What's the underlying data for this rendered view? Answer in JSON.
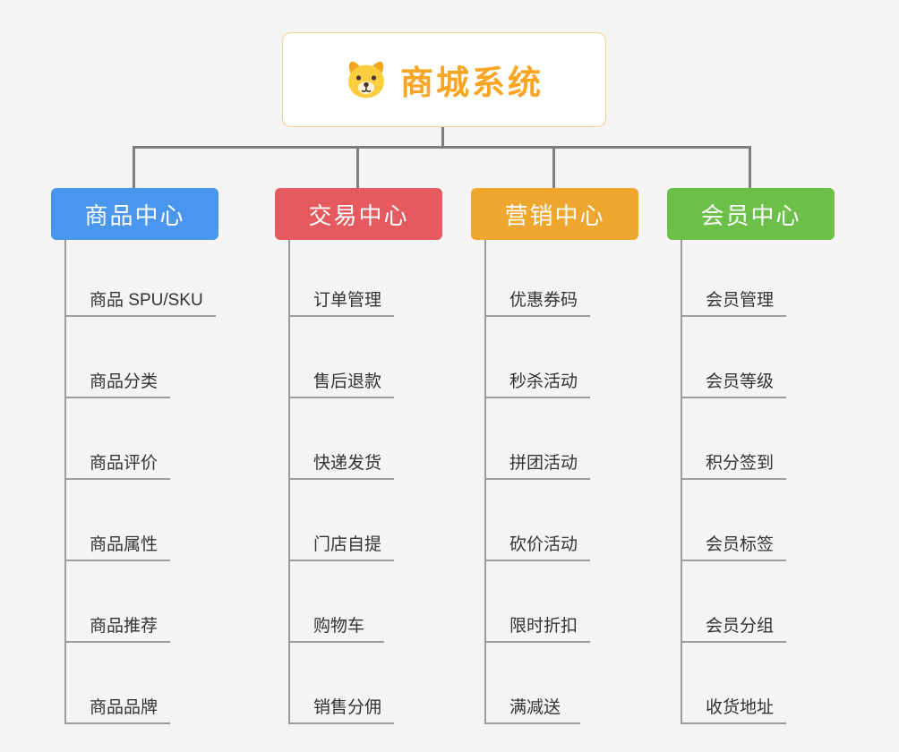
{
  "root": {
    "title": "商城系统",
    "title_color": "#f9a523",
    "icon": "dog-face-icon"
  },
  "branches": [
    {
      "label": "商品中心",
      "color": "#4a96ee",
      "children": [
        "商品 SPU/SKU",
        "商品分类",
        "商品评价",
        "商品属性",
        "商品推荐",
        "商品品牌"
      ]
    },
    {
      "label": "交易中心",
      "color": "#e45a5f",
      "children": [
        "订单管理",
        "售后退款",
        "快递发货",
        "门店自提",
        "购物车",
        "销售分佣"
      ]
    },
    {
      "label": "营销中心",
      "color": "#efa62f",
      "children": [
        "优惠券码",
        "秒杀活动",
        "拼团活动",
        "砍价活动",
        "限时折扣",
        "满减送"
      ]
    },
    {
      "label": "会员中心",
      "color": "#6cc04a",
      "children": [
        "会员管理",
        "会员等级",
        "积分签到",
        "会员标签",
        "会员分组",
        "收货地址"
      ]
    }
  ]
}
